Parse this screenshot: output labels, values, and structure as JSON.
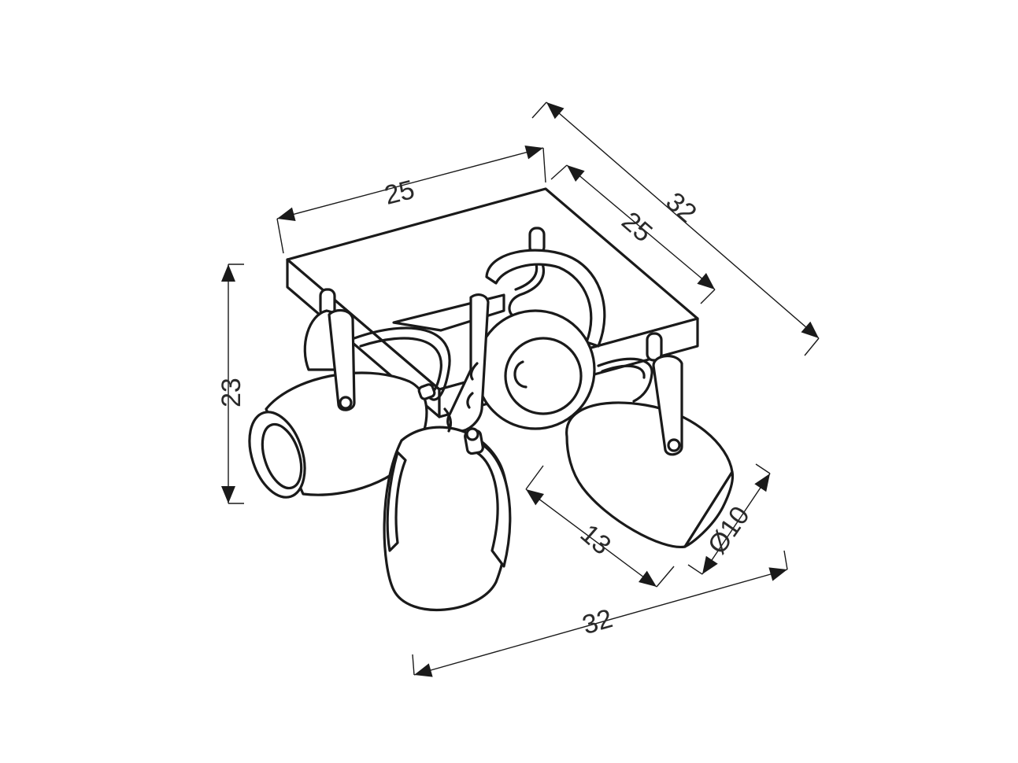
{
  "dimensions": {
    "top_width": "25",
    "top_depth": "25",
    "top_diagonal": "32",
    "height": "23",
    "arm_length": "13",
    "shade_diameter": "Ø10",
    "bottom_width": "32"
  },
  "colors": {
    "line": "#1a1a1a",
    "background": "#ffffff"
  }
}
